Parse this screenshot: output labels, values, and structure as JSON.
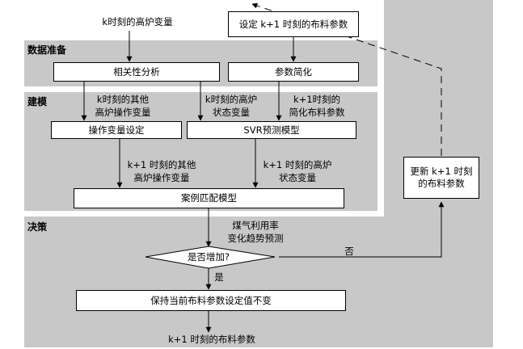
{
  "panels": {
    "data_prep": "数据准备",
    "modeling": "建模",
    "decision": "决策"
  },
  "boxes": {
    "set_params": "设定 k+1 时刻的布料参数",
    "correlation": "相关性分析",
    "param_simplify": "参数简化",
    "op_var_setting": "操作变量设定",
    "svr_model": "SVR预测模型",
    "case_match": "案例匹配模型",
    "update_params": "更新 k+1 时刻\n的布料参数",
    "keep_params": "保持当前布料参数设定值不变",
    "decision_diamond": "是否增加?"
  },
  "labels": {
    "input_top": "k时刻的高炉变量",
    "k_other_ops": "k时刻的其他\n高炉操作变量",
    "k_furnace_state": "k时刻的高炉\n状态变量",
    "k1_simplified": "k+1时刻的\n简化布料参数",
    "k1_other_ops": "k+1 时刻的其他\n高炉操作变量",
    "k1_furnace_state": "k+1 时刻的高炉\n状态变量",
    "gas_trend": "煤气利用率\n变化趋势预测",
    "no": "否",
    "yes": "是",
    "output_bottom": "k+1 时刻的布料参数"
  }
}
